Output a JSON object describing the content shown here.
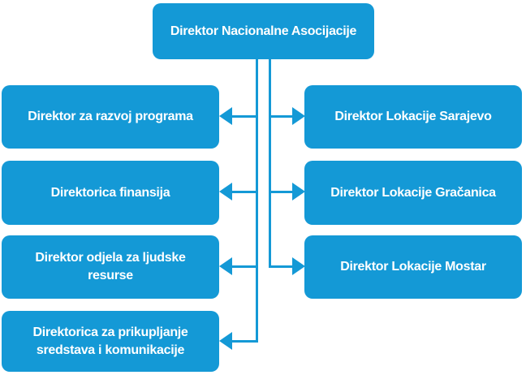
{
  "colors": {
    "node_fill": "#1499D6",
    "node_text": "#FFFFFF",
    "background": "#FFFFFF"
  },
  "nodes": {
    "root": "Direktor Nacionalne Asocijacije",
    "left": [
      "Direktor za razvoj programa",
      "Direktorica finansija",
      "Direktor odjela za ljudske resurse",
      "Direktorica za prikupljanje sredstava i komunikacije"
    ],
    "right": [
      "Direktor Lokacije Sarajevo",
      "Direktor Lokacije Gračanica",
      "Direktor Lokacije Mostar"
    ]
  }
}
